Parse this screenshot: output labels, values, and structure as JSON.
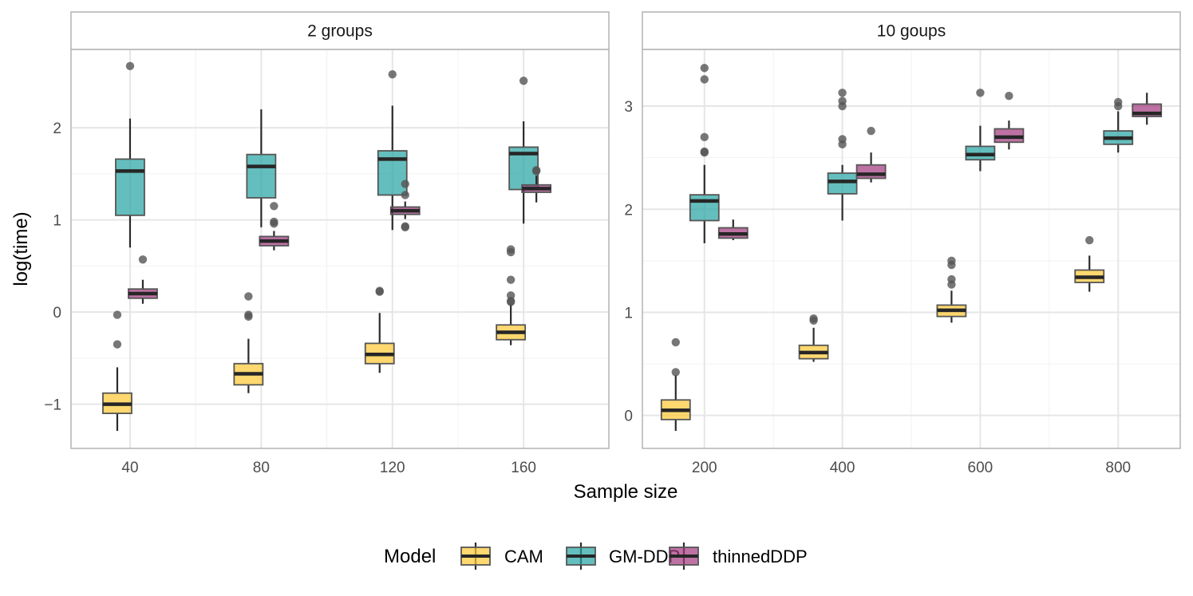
{
  "chart_data": {
    "type": "boxplot",
    "xlabel": "Sample size",
    "ylabel": "log(time)",
    "legend": {
      "title": "Model",
      "position": "bottom",
      "entries": [
        "CAM",
        "GM-DDP",
        "thinnedDDP"
      ]
    },
    "colors": {
      "CAM": "#FFC832",
      "GM-DDP": "#24A3A3",
      "thinnedDDP": "#A3367D",
      "median": "#262626",
      "whisker": "#2b2b2b",
      "outlier": "#555555",
      "grid": "#e6e6e6",
      "panel_border": "#b3b3b3",
      "strip_fill": "#ffffff"
    },
    "grid": true,
    "panels": [
      {
        "title": "2 groups",
        "ylim": [
          -1.48,
          2.85
        ],
        "yticks": [
          -1,
          0,
          1,
          2
        ],
        "ytick_labels": [
          "−1",
          "0",
          "1",
          "2"
        ],
        "xlim": [
          22,
          186
        ],
        "xticks": [
          40,
          80,
          120,
          160
        ],
        "xtick_labels": [
          "40",
          "80",
          "120",
          "160"
        ],
        "groups": [
          {
            "x": 40,
            "boxes": [
              {
                "model": "CAM",
                "q1": -1.1,
                "median": -1.0,
                "q3": -0.88,
                "lower": -1.29,
                "upper": -0.6,
                "outliers": [
                  -0.35,
                  -0.03
                ]
              },
              {
                "model": "GM-DDP",
                "q1": 1.05,
                "median": 1.53,
                "q3": 1.66,
                "lower": 0.7,
                "upper": 2.1,
                "outliers": [
                  2.67
                ]
              },
              {
                "model": "thinnedDDP",
                "q1": 0.15,
                "median": 0.2,
                "q3": 0.25,
                "lower": 0.09,
                "upper": 0.35,
                "outliers": [
                  0.57
                ]
              }
            ]
          },
          {
            "x": 80,
            "boxes": [
              {
                "model": "CAM",
                "q1": -0.79,
                "median": -0.67,
                "q3": -0.56,
                "lower": -0.88,
                "upper": -0.29,
                "outliers": [
                  -0.05,
                  -0.03,
                  0.17
                ]
              },
              {
                "model": "GM-DDP",
                "q1": 1.24,
                "median": 1.58,
                "q3": 1.71,
                "lower": 0.92,
                "upper": 2.2,
                "outliers": []
              },
              {
                "model": "thinnedDDP",
                "q1": 0.72,
                "median": 0.77,
                "q3": 0.82,
                "lower": 0.67,
                "upper": 0.88,
                "outliers": [
                  0.96,
                  0.98,
                  1.15
                ]
              }
            ]
          },
          {
            "x": 120,
            "boxes": [
              {
                "model": "CAM",
                "q1": -0.56,
                "median": -0.46,
                "q3": -0.34,
                "lower": -0.66,
                "upper": -0.01,
                "outliers": [
                  0.22,
                  0.23
                ]
              },
              {
                "model": "GM-DDP",
                "q1": 1.27,
                "median": 1.66,
                "q3": 1.75,
                "lower": 0.89,
                "upper": 2.24,
                "outliers": [
                  2.58
                ]
              },
              {
                "model": "thinnedDDP",
                "q1": 1.06,
                "median": 1.1,
                "q3": 1.14,
                "lower": 1.01,
                "upper": 1.2,
                "outliers": [
                  0.92,
                  0.93,
                  1.27,
                  1.39
                ]
              }
            ]
          },
          {
            "x": 160,
            "boxes": [
              {
                "model": "CAM",
                "q1": -0.3,
                "median": -0.22,
                "q3": -0.14,
                "lower": -0.36,
                "upper": 0.09,
                "outliers": [
                  0.11,
                  0.12,
                  0.18,
                  0.35,
                  0.65,
                  0.68
                ]
              },
              {
                "model": "GM-DDP",
                "q1": 1.33,
                "median": 1.72,
                "q3": 1.79,
                "lower": 0.96,
                "upper": 2.07,
                "outliers": [
                  2.51
                ]
              },
              {
                "model": "thinnedDDP",
                "q1": 1.3,
                "median": 1.34,
                "q3": 1.38,
                "lower": 1.19,
                "upper": 1.48,
                "outliers": [
                  1.53,
                  1.54
                ]
              }
            ]
          }
        ]
      },
      {
        "title": "10 goups",
        "ylim": [
          -0.32,
          3.55
        ],
        "yticks": [
          0,
          1,
          2,
          3
        ],
        "ytick_labels": [
          "0",
          "1",
          "2",
          "3"
        ],
        "xlim": [
          110,
          890
        ],
        "xticks": [
          200,
          400,
          600,
          800
        ],
        "xtick_labels": [
          "200",
          "400",
          "600",
          "800"
        ],
        "groups": [
          {
            "x": 200,
            "boxes": [
              {
                "model": "CAM",
                "q1": -0.04,
                "median": 0.05,
                "q3": 0.15,
                "lower": -0.15,
                "upper": 0.39,
                "outliers": [
                  0.42,
                  0.71
                ]
              },
              {
                "model": "GM-DDP",
                "q1": 1.89,
                "median": 2.08,
                "q3": 2.14,
                "lower": 1.67,
                "upper": 2.43,
                "outliers": [
                  2.55,
                  2.56,
                  2.7,
                  3.26,
                  3.37
                ]
              },
              {
                "model": "thinnedDDP",
                "q1": 1.72,
                "median": 1.76,
                "q3": 1.82,
                "lower": 1.7,
                "upper": 1.9,
                "outliers": []
              }
            ]
          },
          {
            "x": 400,
            "boxes": [
              {
                "model": "CAM",
                "q1": 0.55,
                "median": 0.61,
                "q3": 0.68,
                "lower": 0.52,
                "upper": 0.85,
                "outliers": [
                  0.92,
                  0.94
                ]
              },
              {
                "model": "GM-DDP",
                "q1": 2.15,
                "median": 2.27,
                "q3": 2.35,
                "lower": 1.89,
                "upper": 2.43,
                "outliers": [
                  2.63,
                  2.68,
                  3.0,
                  3.05,
                  3.13
                ]
              },
              {
                "model": "thinnedDDP",
                "q1": 2.3,
                "median": 2.34,
                "q3": 2.43,
                "lower": 2.26,
                "upper": 2.55,
                "outliers": [
                  2.76
                ]
              }
            ]
          },
          {
            "x": 600,
            "boxes": [
              {
                "model": "CAM",
                "q1": 0.96,
                "median": 1.02,
                "q3": 1.07,
                "lower": 0.9,
                "upper": 1.21,
                "outliers": [
                  1.27,
                  1.32,
                  1.46,
                  1.5
                ]
              },
              {
                "model": "GM-DDP",
                "q1": 2.48,
                "median": 2.53,
                "q3": 2.61,
                "lower": 2.37,
                "upper": 2.81,
                "outliers": [
                  3.13
                ]
              },
              {
                "model": "thinnedDDP",
                "q1": 2.65,
                "median": 2.7,
                "q3": 2.78,
                "lower": 2.58,
                "upper": 2.86,
                "outliers": [
                  3.1
                ]
              }
            ]
          },
          {
            "x": 800,
            "boxes": [
              {
                "model": "CAM",
                "q1": 1.29,
                "median": 1.34,
                "q3": 1.41,
                "lower": 1.2,
                "upper": 1.55,
                "outliers": [
                  1.7
                ]
              },
              {
                "model": "GM-DDP",
                "q1": 2.63,
                "median": 2.69,
                "q3": 2.76,
                "lower": 2.55,
                "upper": 2.95,
                "outliers": [
                  3.0,
                  3.04
                ]
              },
              {
                "model": "thinnedDDP",
                "q1": 2.9,
                "median": 2.93,
                "q3": 3.02,
                "lower": 2.82,
                "upper": 3.13,
                "outliers": []
              }
            ]
          }
        ]
      }
    ]
  }
}
